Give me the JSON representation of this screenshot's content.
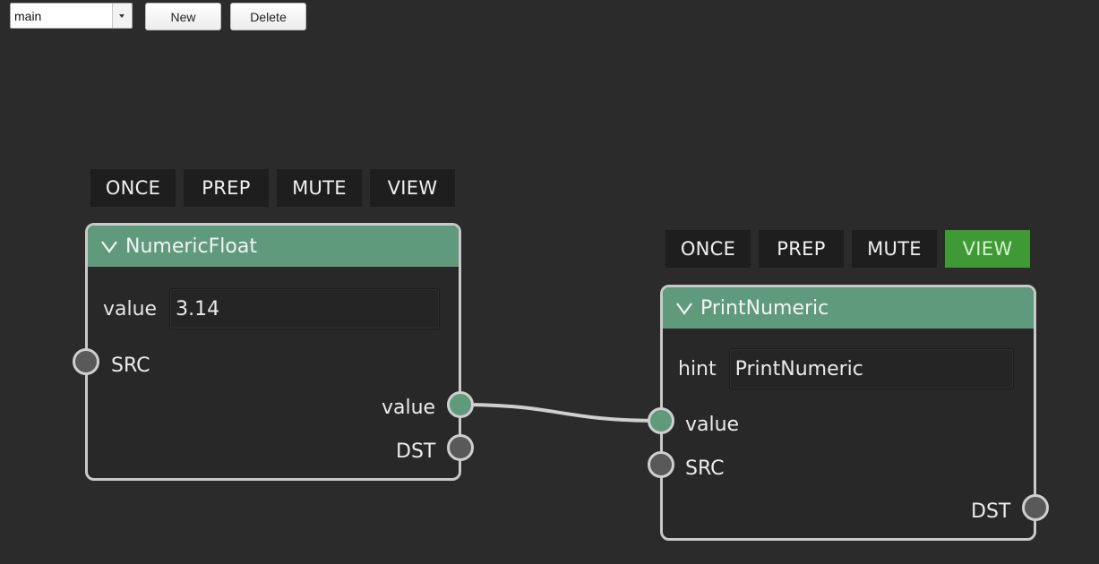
{
  "toolbar": {
    "graph_select_value": "main",
    "new_label": "New",
    "delete_label": "Delete"
  },
  "flags": [
    "ONCE",
    "PREP",
    "MUTE",
    "VIEW"
  ],
  "nodes": {
    "numeric_float": {
      "title": "NumericFloat",
      "params": {
        "value_label": "value",
        "value": "3.14"
      },
      "inputs": [
        "SRC"
      ],
      "outputs": [
        "value",
        "DST"
      ],
      "view_active": false
    },
    "print_numeric": {
      "title": "PrintNumeric",
      "params": {
        "hint_label": "hint",
        "hint": "PrintNumeric"
      },
      "inputs": [
        "value",
        "SRC"
      ],
      "outputs": [
        "DST"
      ],
      "view_active": true
    }
  },
  "colors": {
    "background": "#2b2b2b",
    "node_header": "#5f9a7d",
    "active_flag": "#3f9a36",
    "wire": "#cfcfcf"
  },
  "icons": {
    "collapse": "chevron-down-icon"
  }
}
